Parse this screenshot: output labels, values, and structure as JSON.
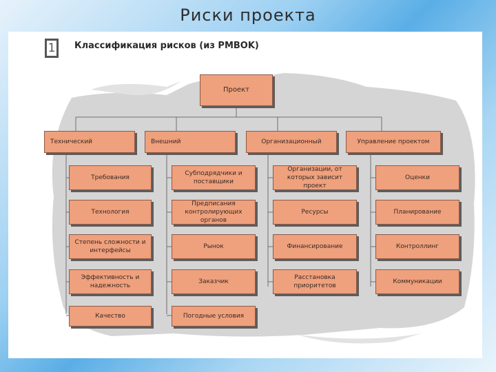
{
  "slide_title": "Риски проекта",
  "figure": {
    "number": "1",
    "caption": "Классификация рисков (из PMBOK)"
  },
  "diagram": {
    "root": "Проект",
    "categories": [
      {
        "label": "Технический",
        "items": [
          "Требования",
          "Технология",
          "Степень сложности и интерфейсы",
          "Эффективность и надежность",
          "Качество"
        ]
      },
      {
        "label": "Внешний",
        "items": [
          "Субподрядчики и поставщики",
          "Предписания контролирующих органов",
          "Рынок",
          "Заказчик",
          "Погодные условия"
        ]
      },
      {
        "label": "Организационный",
        "items": [
          "Организации, от которых зависит проект",
          "Ресурсы",
          "Финансирование",
          "Расстановка приоритетов"
        ]
      },
      {
        "label": "Управление проектом",
        "items": [
          "Оценки",
          "Планирование",
          "Контроллинг",
          "Коммуникации"
        ]
      }
    ]
  },
  "colors": {
    "box_fill": "#efa07d",
    "box_shadow": "#5c5c5c",
    "background_blob": "#d5d5d5",
    "slide_gradient_accent": "#5aaee6"
  }
}
